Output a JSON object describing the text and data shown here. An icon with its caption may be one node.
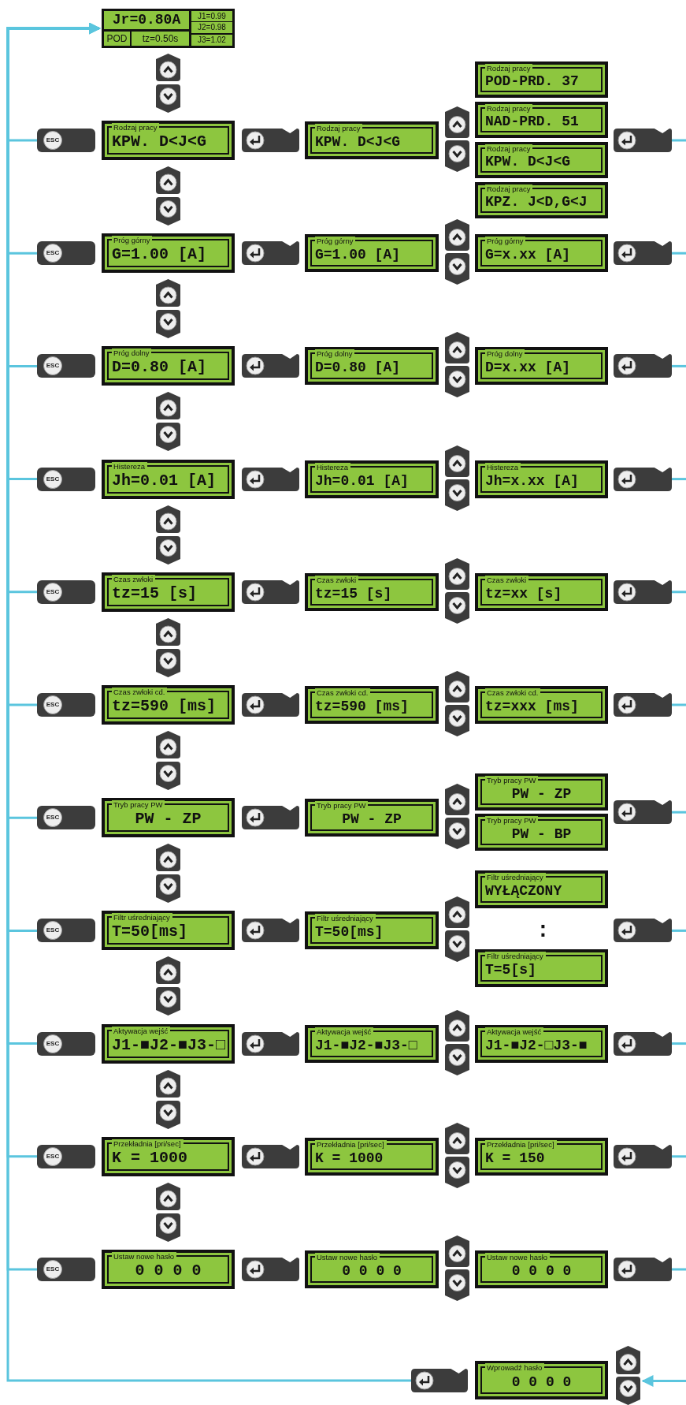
{
  "diagram": {
    "nodes": [
      {
        "text": [
          "Jr=0.80A",
          "POD",
          "tz=0.50s",
          "J1=0.99",
          "J2=0.98",
          "J3=1.02"
        ]
      },
      {
        "text": [
          "ESC"
        ]
      },
      {
        "text": [
          "Rodzaj pracy",
          "KPW. D<J<G"
        ]
      },
      {
        "text": [
          "Rodzaj pracy",
          "KPW. D<J<G"
        ]
      },
      {
        "text": [
          "Rodzaj pracy",
          "POD-PRD. 37"
        ]
      },
      {
        "text": [
          "Rodzaj pracy",
          "NAD-PRD. 51"
        ]
      },
      {
        "text": [
          "Rodzaj pracy",
          "KPW. D<J<G"
        ]
      },
      {
        "text": [
          "Rodzaj pracy",
          "KPZ. J<D,G<J"
        ]
      },
      {
        "text": [],
        "shape": "button"
      },
      {
        "text": [
          "ESC"
        ]
      },
      {
        "text": [
          "Próg górny",
          "G=1.00 [A]"
        ]
      },
      {
        "text": [
          "Próg górny",
          "G=1.00 [A]"
        ]
      },
      {
        "text": [
          "Próg górny",
          "G=x.xx [A]"
        ]
      },
      {
        "text": [],
        "shape": "button"
      },
      {
        "text": [
          "ESC"
        ]
      },
      {
        "text": [
          "Próg dolny",
          "D=0.80 [A]"
        ]
      },
      {
        "text": [
          "Próg dolny",
          "D=0.80 [A]"
        ]
      },
      {
        "text": [
          "Próg dolny",
          "D=x.xx [A]"
        ]
      },
      {
        "text": [],
        "shape": "button"
      },
      {
        "text": [
          "ESC"
        ]
      },
      {
        "text": [
          "Histereza",
          "Jh=0.01 [A]"
        ]
      },
      {
        "text": [
          "Histereza",
          "Jh=0.01 [A]"
        ]
      },
      {
        "text": [
          "Histereza",
          "Jh=x.xx [A]"
        ]
      },
      {
        "text": [],
        "shape": "button"
      },
      {
        "text": [
          "ESC"
        ]
      },
      {
        "text": [
          "Czas zwłoki",
          "tz=15 [s]"
        ]
      },
      {
        "text": [
          "Czas zwłoki",
          "tz=15 [s]"
        ]
      },
      {
        "text": [
          "Czas zwłoki",
          "tz=xx [s]"
        ]
      },
      {
        "text": [],
        "shape": "button"
      },
      {
        "text": [
          "ESC"
        ]
      },
      {
        "text": [
          "Czas zwłoki cd.",
          "tz=590 [ms]"
        ]
      },
      {
        "text": [
          "Czas zwłoki cd.",
          "tz=590 [ms]"
        ]
      },
      {
        "text": [
          "Czas zwłoki cd.",
          "tz=xxx [ms]"
        ]
      },
      {
        "text": [],
        "shape": "button"
      },
      {
        "text": [
          "ESC"
        ]
      },
      {
        "text": [
          "Tryb pracy PW",
          "PW - ZP"
        ]
      },
      {
        "text": [
          "Tryb pracy PW",
          "PW - ZP"
        ]
      },
      {
        "text": [
          "Tryb pracy PW",
          "PW - ZP"
        ]
      },
      {
        "text": [
          "Tryb pracy PW",
          "PW - BP"
        ]
      },
      {
        "text": [],
        "shape": "button"
      },
      {
        "text": [
          "ESC"
        ]
      },
      {
        "text": [
          "Filtr uśredniający",
          "T=50[ms]"
        ]
      },
      {
        "text": [
          "Filtr uśredniający",
          "T=50[ms]"
        ]
      },
      {
        "text": [
          "Filtr uśredniający",
          "WYŁĄCZONY"
        ]
      },
      {
        "text": [
          "Filtr uśredniający",
          "T=5[s]"
        ]
      },
      {
        "text": [],
        "shape": "button"
      },
      {
        "text": [
          "ESC"
        ]
      },
      {
        "text": [
          "Aktywacja wejść",
          "J1-■J2-■J3-□"
        ]
      },
      {
        "text": [
          "Aktywacja wejść",
          "J1-■J2-■J3-□"
        ]
      },
      {
        "text": [
          "Aktywacja wejść",
          "J1-■J2-□J3-■"
        ]
      },
      {
        "text": [],
        "shape": "button"
      },
      {
        "text": [
          "ESC"
        ]
      },
      {
        "text": [
          "Przekładnia [pri/sec]",
          "K = 1000"
        ]
      },
      {
        "text": [
          "Przekładnia [pri/sec]",
          "K = 1000"
        ]
      },
      {
        "text": [
          "Przekładnia [pri/sec]",
          "K = 150"
        ]
      },
      {
        "text": [],
        "shape": "button"
      },
      {
        "text": [
          "ESC"
        ]
      },
      {
        "text": [
          "Ustaw nowe hasło",
          "0 0 0 0"
        ]
      },
      {
        "text": [
          "Ustaw nowe hasło",
          "0 0 0 0"
        ]
      },
      {
        "text": [
          "Ustaw nowe hasło",
          "0 0 0 0"
        ]
      },
      {
        "text": [],
        "shape": "button"
      },
      {
        "text": [],
        "shape": "button"
      },
      {
        "text": [
          "Wprowadź hasło",
          "0 0 0 0"
        ]
      }
    ],
    "edges": [
      {
        "from": 1,
        "to": 0,
        "arrow": "to"
      },
      {
        "from": 9,
        "to": 0,
        "arrow": "to"
      },
      {
        "from": 14,
        "to": 0,
        "arrow": "to"
      },
      {
        "from": 19,
        "to": 0,
        "arrow": "to"
      },
      {
        "from": 24,
        "to": 0,
        "arrow": "to"
      },
      {
        "from": 29,
        "to": 0,
        "arrow": "to"
      },
      {
        "from": 34,
        "to": 0,
        "arrow": "to"
      },
      {
        "from": 40,
        "to": 0,
        "arrow": "to"
      },
      {
        "from": 46,
        "to": 0,
        "arrow": "to"
      },
      {
        "from": 51,
        "to": 0,
        "arrow": "to"
      },
      {
        "from": 56,
        "to": 0,
        "arrow": "to"
      },
      {
        "from": 61,
        "to": 0,
        "arrow": "to"
      },
      {
        "from": 8,
        "to": null,
        "arrow": "none"
      },
      {
        "from": 13,
        "to": null,
        "arrow": "none"
      },
      {
        "from": 18,
        "to": null,
        "arrow": "none"
      },
      {
        "from": 23,
        "to": null,
        "arrow": "none"
      },
      {
        "from": 28,
        "to": null,
        "arrow": "none"
      },
      {
        "from": 33,
        "to": null,
        "arrow": "none"
      },
      {
        "from": 39,
        "to": null,
        "arrow": "none"
      },
      {
        "from": 45,
        "to": null,
        "arrow": "none"
      },
      {
        "from": 50,
        "to": null,
        "arrow": "none"
      },
      {
        "from": 55,
        "to": null,
        "arrow": "none"
      },
      {
        "from": 60,
        "to": null,
        "arrow": "none"
      },
      {
        "from": null,
        "to": 62,
        "arrow": "to"
      }
    ],
    "labels": [
      ":"
    ]
  }
}
